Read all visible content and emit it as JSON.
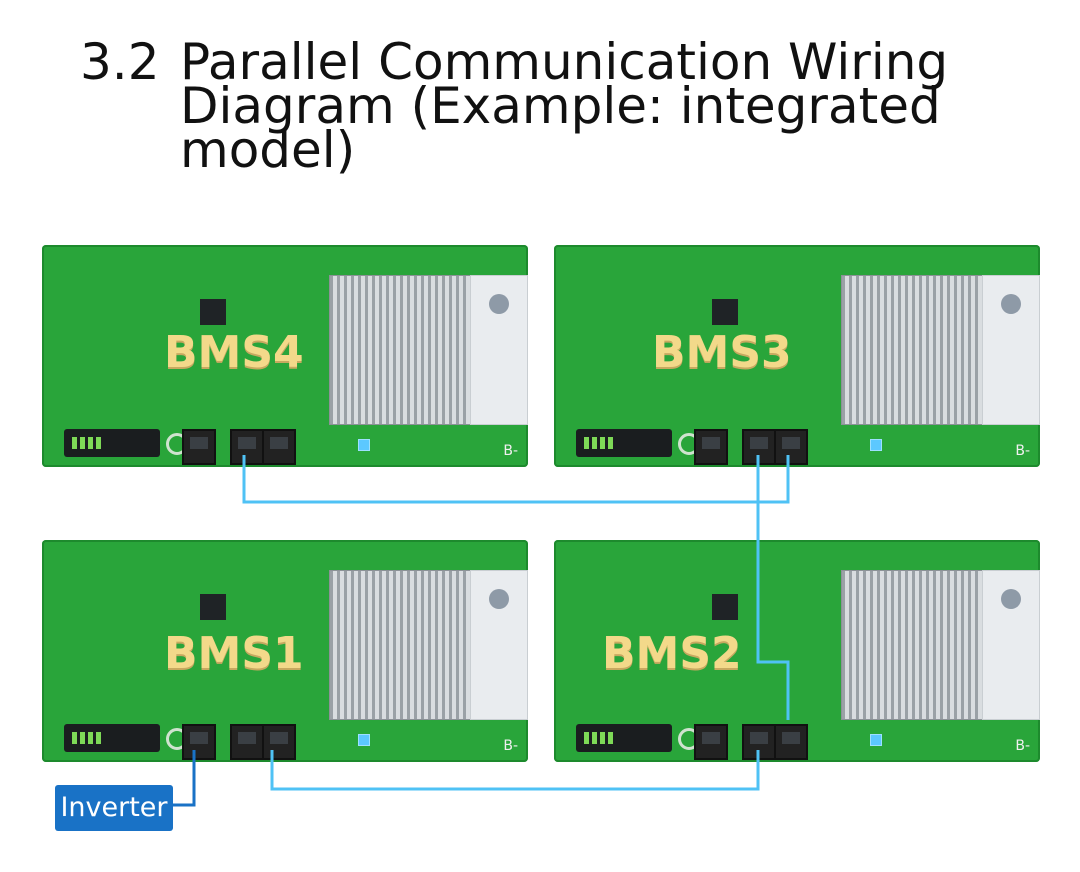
{
  "title": {
    "number": "3.2",
    "line1": "Parallel Communication Wiring",
    "line2": "Diagram (Example: integrated",
    "line3": "model)"
  },
  "boards": [
    {
      "id": "bms4",
      "label": "BMS4"
    },
    {
      "id": "bms3",
      "label": "BMS3"
    },
    {
      "id": "bms1",
      "label": "BMS1"
    },
    {
      "id": "bms2",
      "label": "BMS2"
    }
  ],
  "board_marking": "B-",
  "inverter_label": "Inverter",
  "colors": {
    "pcb_green": "#29a53a",
    "label_yellow": "#f3d98a",
    "wire_blue": "#4fc2f5",
    "inverter_blue": "#1972c6"
  }
}
